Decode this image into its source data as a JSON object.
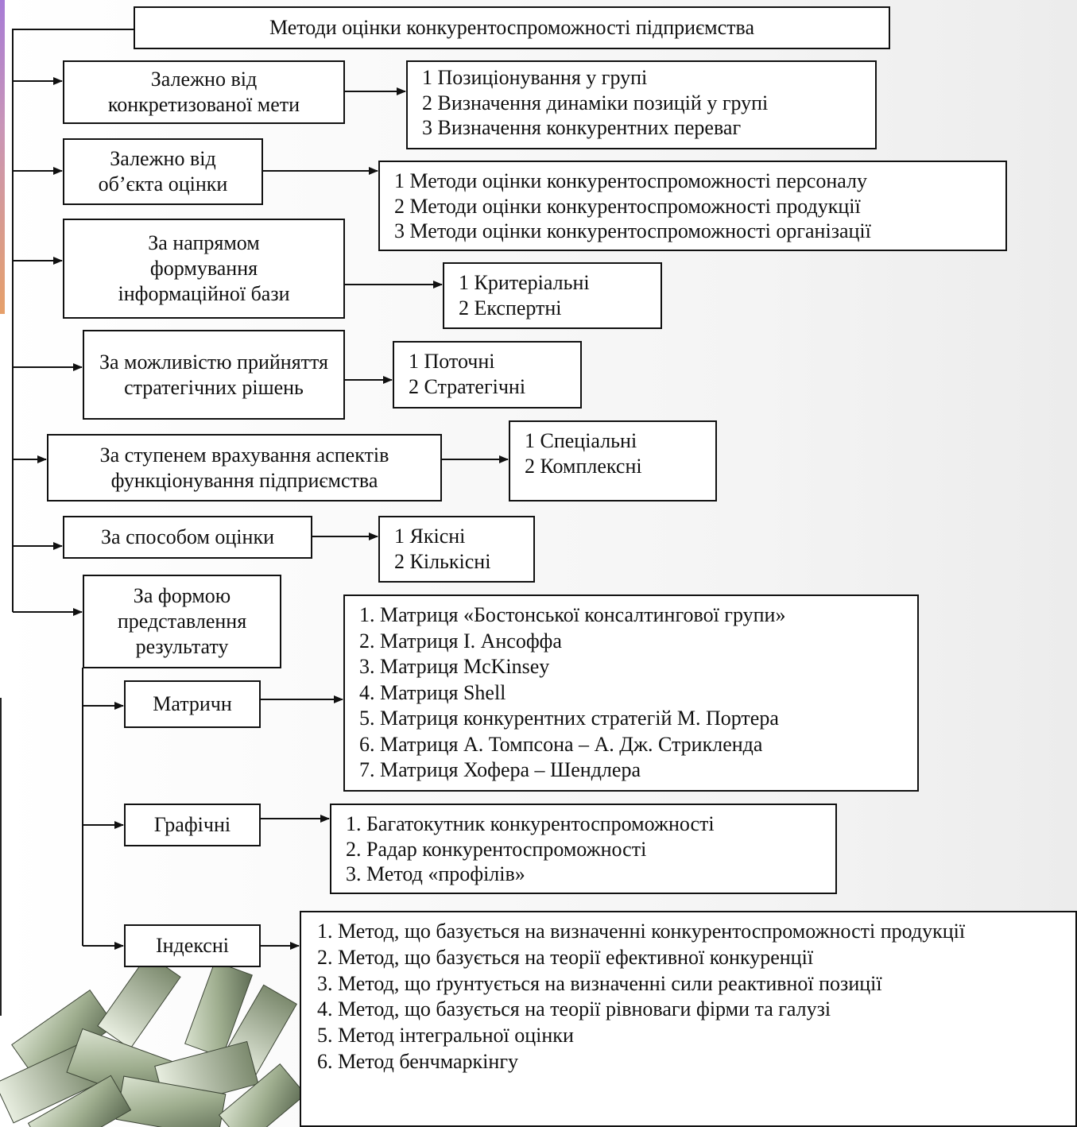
{
  "title": "Методи оцінки конкурентоспроможності підприємства",
  "groups": [
    {
      "label": "Залежно від конкретизованої мети",
      "items": [
        "1 Позиціонування у групі",
        "2 Визначення динаміки позицій у групі",
        "3 Визначення конкурентних переваг"
      ]
    },
    {
      "label": "Залежно від об’єкта оцінки",
      "items": [
        "1 Методи оцінки конкурентоспроможності персоналу",
        "2 Методи оцінки конкурентоспроможності продукції",
        "3 Методи оцінки конкурентоспроможності організації"
      ]
    },
    {
      "label": "За напрямом формування інформаційної бази",
      "items": [
        "1 Критеріальні",
        "2 Експертні"
      ]
    },
    {
      "label": "За можливістю прийняття стратегічних рішень",
      "items": [
        "1 Поточні",
        "2 Стратегічні"
      ]
    },
    {
      "label": "За ступенем врахування аспектів функціонування підприємства",
      "items": [
        "1 Спеціальні",
        "2 Комплексні"
      ]
    },
    {
      "label": "За способом оцінки",
      "items": [
        "1 Якісні",
        "2 Кількісні"
      ]
    },
    {
      "label": "За формою представлення результату"
    }
  ],
  "subgroups": [
    {
      "label": "Матричн",
      "items": [
        "1. Матриця «Бостонської консалтингової групи»",
        "2. Матриця І. Ансоффа",
        "3. Матриця McKinsey",
        "4. Матриця Shell",
        "5. Матриця конкурентних стратегій М. Портера",
        "6. Матриця А. Томпсона – А. Дж. Стрикленда",
        "7. Матриця Хофера – Шендлера"
      ]
    },
    {
      "label": "Графічні",
      "items": [
        "1. Багатокутник конкурентоспроможності",
        "2. Радар конкурентоспроможності",
        "3. Метод «профілів»"
      ]
    },
    {
      "label": "Індексні",
      "items": [
        "1.  Метод,  що базується  на  визначенні конкурентоспроможності продукції",
        "2. Метод, що базується на теорії ефективної конкуренції",
        "3. Метод, що ґрунтується на визначенні сили реактивної позиції",
        "4. Метод, що базується на теорії рівноваги фірми та галузі",
        "5. Метод інтегральної оцінки",
        "6. Метод бенчмаркінгу"
      ]
    }
  ]
}
